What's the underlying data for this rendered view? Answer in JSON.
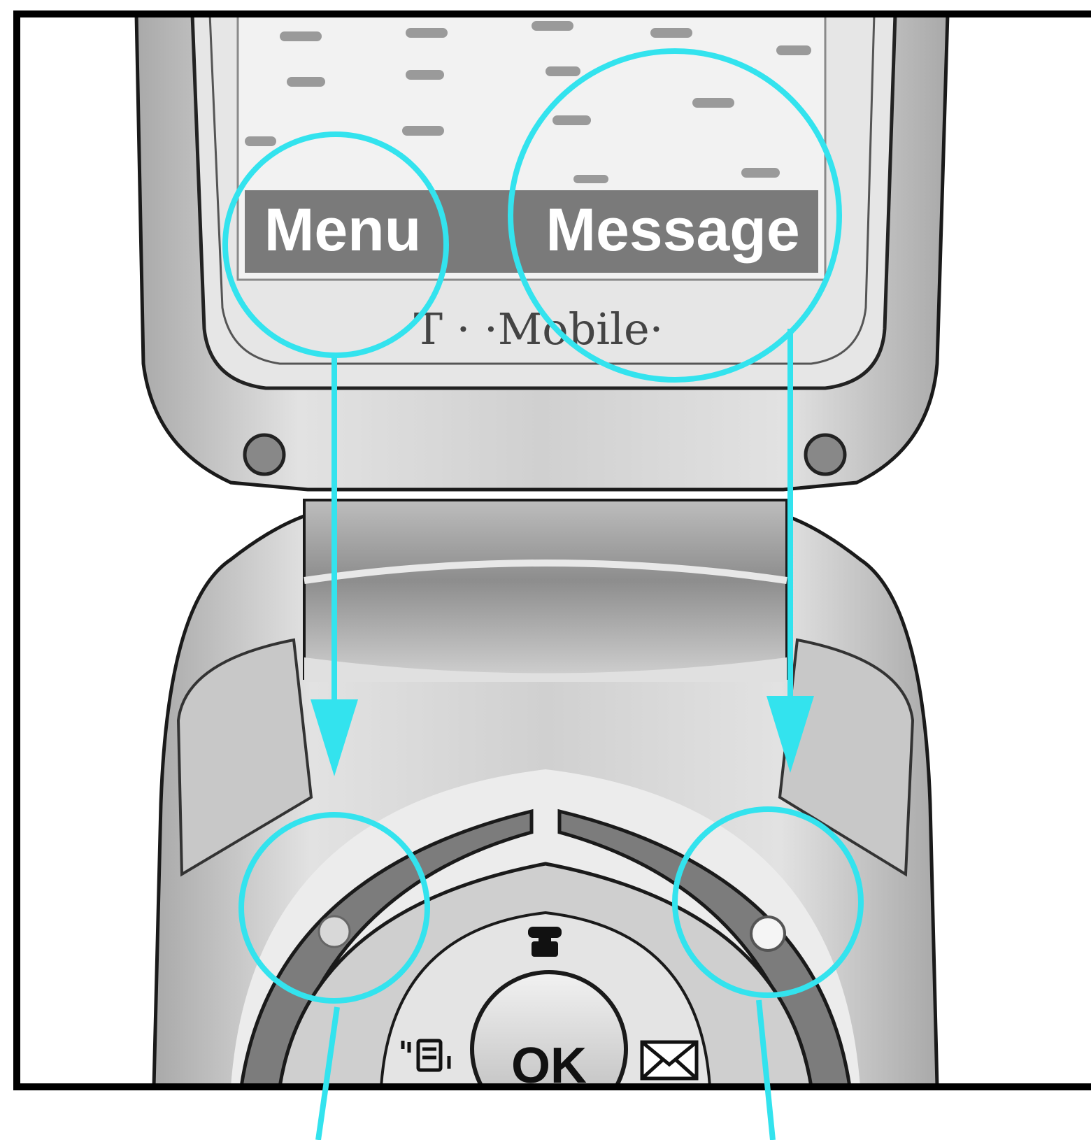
{
  "screen": {
    "left_softkey_label": "Menu",
    "right_softkey_label": "Message"
  },
  "brand": {
    "logo_text": "T · ·Mobile·"
  },
  "keypad": {
    "ok_label": "OK",
    "call_key_icon": "phone-icon",
    "left_nav_icon": "handset-vibrate-icon",
    "right_nav_icon": "envelope-icon"
  },
  "colors": {
    "annotation": "#33e3ee",
    "frame": "#000000",
    "phone_body": "#d6d6d6",
    "softkey_bar": "#7a7a7a"
  }
}
